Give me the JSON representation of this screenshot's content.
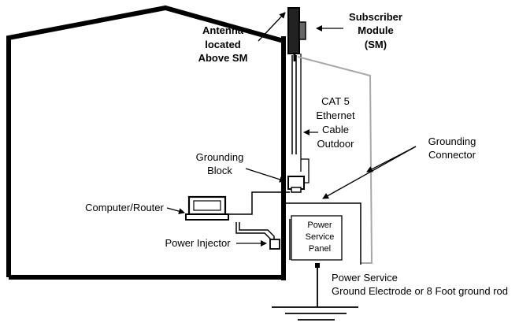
{
  "labels": {
    "antenna": [
      "Antenna",
      "located",
      "Above SM"
    ],
    "subscriber": [
      "Subscriber",
      "Module",
      "(SM)"
    ],
    "cat5": [
      "CAT 5",
      "Ethernet",
      "Cable",
      "Outdoor"
    ],
    "grounding_block": [
      "Grounding",
      "Block"
    ],
    "grounding_connector": [
      "Grounding",
      "Connector"
    ],
    "computer_router": "Computer/Router",
    "power_injector": "Power Injector",
    "power_panel": [
      "Power",
      "Service",
      "Panel"
    ],
    "power_service": [
      "Power Service",
      "Ground Electrode or 8 Foot ground rod"
    ]
  },
  "colors": {
    "ink": "#000000",
    "ground_wire": "#a8a8a8",
    "background": "#ffffff"
  }
}
